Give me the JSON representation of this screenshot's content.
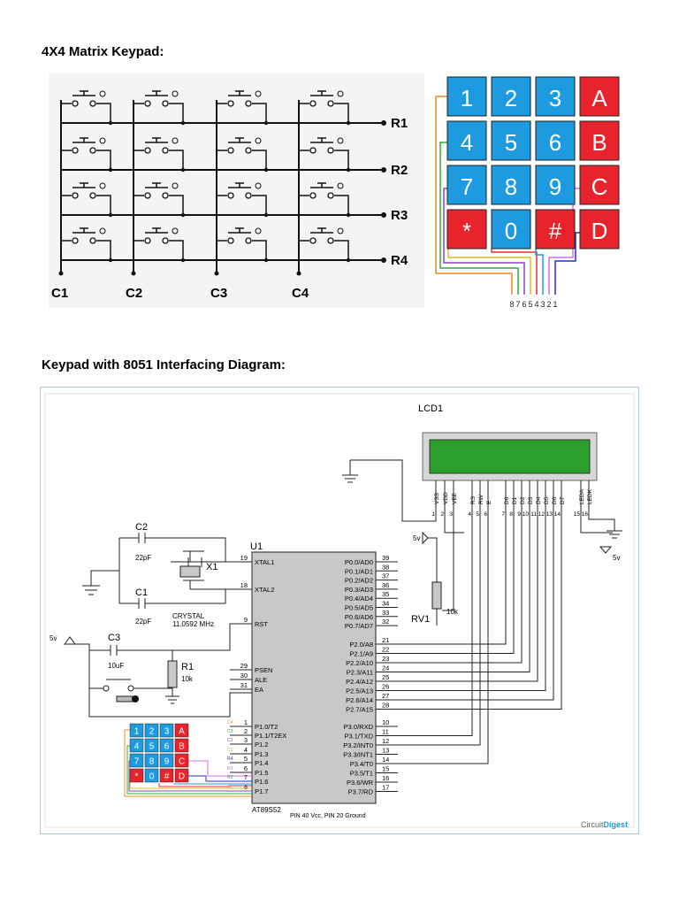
{
  "headings": {
    "matrix": "4X4 Matrix Keypad:",
    "interfacing": "Keypad with 8051 Interfacing Diagram:"
  },
  "matrix_schematic": {
    "rows": [
      "R1",
      "R2",
      "R3",
      "R4"
    ],
    "cols": [
      "C1",
      "C2",
      "C3",
      "C4"
    ]
  },
  "keypad": {
    "keys": [
      [
        "1",
        "2",
        "3",
        "A"
      ],
      [
        "4",
        "5",
        "6",
        "B"
      ],
      [
        "7",
        "8",
        "9",
        "C"
      ],
      [
        "*",
        "0",
        "#",
        "D"
      ]
    ],
    "pins": [
      "8",
      "7",
      "6",
      "5",
      "4",
      "3",
      "2",
      "1"
    ],
    "colors": {
      "blue": "#1e9be0",
      "red": "#e8232b"
    }
  },
  "circuit": {
    "lcd_title": "LCD1",
    "lcd_pins": [
      "VSS",
      "VDD",
      "VEE",
      "RS",
      "RW",
      "E",
      "D0",
      "D1",
      "D2",
      "D3",
      "D4",
      "D5",
      "D6",
      "D7",
      "LEDA",
      "LEDK"
    ],
    "lcd_pin_numbers": [
      "1",
      "2",
      "3",
      "4",
      "5",
      "6",
      "7",
      "8",
      "9",
      "10",
      "11",
      "12",
      "13",
      "14",
      "15",
      "16"
    ],
    "chip_label": "U1",
    "chip_name": "AT89S52",
    "chip_note": "PIN 40 Vcc, PIN 20 Ground",
    "left_pins": [
      {
        "num": "19",
        "label": "XTAL1"
      },
      {
        "num": "18",
        "label": "XTAL2"
      },
      {
        "num": "9",
        "label": "RST"
      },
      {
        "num": "29",
        "label": "PSEN"
      },
      {
        "num": "30",
        "label": "ALE"
      },
      {
        "num": "31",
        "label": "EA"
      },
      {
        "num": "1",
        "label": "P1.0/T2"
      },
      {
        "num": "2",
        "label": "P1.1/T2EX"
      },
      {
        "num": "3",
        "label": "P1.2"
      },
      {
        "num": "4",
        "label": "P1.3"
      },
      {
        "num": "5",
        "label": "P1.4"
      },
      {
        "num": "6",
        "label": "P1.5"
      },
      {
        "num": "7",
        "label": "P1.6"
      },
      {
        "num": "8",
        "label": "P1.7"
      }
    ],
    "right_pins": [
      {
        "num": "39",
        "label": "P0.0/AD0"
      },
      {
        "num": "38",
        "label": "P0.1/AD1"
      },
      {
        "num": "37",
        "label": "P0.2/AD2"
      },
      {
        "num": "36",
        "label": "P0.3/AD3"
      },
      {
        "num": "35",
        "label": "P0.4/AD4"
      },
      {
        "num": "34",
        "label": "P0.5/AD5"
      },
      {
        "num": "33",
        "label": "P0.6/AD6"
      },
      {
        "num": "32",
        "label": "P0.7/AD7"
      },
      {
        "num": "21",
        "label": "P2.0/A8"
      },
      {
        "num": "22",
        "label": "P2.1/A9"
      },
      {
        "num": "23",
        "label": "P2.2/A10"
      },
      {
        "num": "24",
        "label": "P2.3/A11"
      },
      {
        "num": "25",
        "label": "P2.4/A12"
      },
      {
        "num": "26",
        "label": "P2.5/A13"
      },
      {
        "num": "27",
        "label": "P2.6/A14"
      },
      {
        "num": "28",
        "label": "P2.7/A15"
      },
      {
        "num": "10",
        "label": "P3.0/RXD"
      },
      {
        "num": "11",
        "label": "P3.1/TXD"
      },
      {
        "num": "12",
        "label": "P3.2/INT0"
      },
      {
        "num": "13",
        "label": "P3.3/INT1"
      },
      {
        "num": "14",
        "label": "P3.4/T0"
      },
      {
        "num": "15",
        "label": "P3.5/T1"
      },
      {
        "num": "16",
        "label": "P3.6/WR"
      },
      {
        "num": "17",
        "label": "P3.7/RD"
      }
    ],
    "c2": {
      "name": "C2",
      "value": "22pF"
    },
    "c1": {
      "name": "C1",
      "value": "22pF"
    },
    "c3": {
      "name": "C3",
      "value": "10uF"
    },
    "x1": {
      "name": "X1",
      "type": "CRYSTAL",
      "freq": "11.0592 MHz"
    },
    "r1": {
      "name": "R1",
      "value": "10k"
    },
    "rv1": {
      "name": "RV1",
      "value": "10k"
    },
    "vcc": "5v",
    "mini_row_labels": [
      "C4",
      "C3",
      "C2",
      "C1",
      "R4",
      "R3",
      "R2",
      "R1"
    ],
    "brand": {
      "part1": "Circuit",
      "part2": "Digest"
    }
  }
}
